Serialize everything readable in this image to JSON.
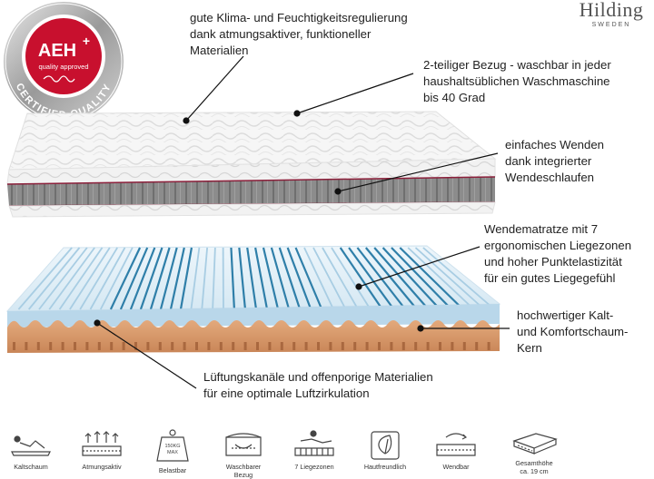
{
  "brand": {
    "name": "Hilding",
    "subtitle": "SWEDEN"
  },
  "badge": {
    "title": "AEH",
    "plus": "+",
    "subtitle": "quality approved",
    "ring_text": "CERTIFIED QUALITY"
  },
  "callouts": [
    "gute Klima- und Feuchtigkeitsregulierung\ndank atmungsaktiver, funktioneller\nMaterialien",
    "2-teiliger Bezug - waschbar in jeder\nhaushaltsüblichen Waschmaschine\nbis 40 Grad",
    "einfaches Wenden\ndank integrierter\nWendeschlaufen",
    "Wendematratze mit 7\nergonomischen Liegezonen\nund hoher Punktelastizität\nfür ein gutes Liegegefühl",
    "hochwertiger Kalt-\nund Komfortschaum-\nKern",
    "Lüftungskanäle und offenporige Materialien\nfür eine optimale Luftzirkulation"
  ],
  "features": [
    {
      "icon": "person-lying-icon",
      "label": "Kaltschaum"
    },
    {
      "icon": "breathable-icon",
      "label": "Atmungsaktiv"
    },
    {
      "icon": "weight-icon",
      "label": "Belastbar",
      "icon_text": "150KG\nMAX"
    },
    {
      "icon": "washable-cover-icon",
      "label": "Waschbarer\nBezug"
    },
    {
      "icon": "zones-icon",
      "label": "7 Liegezonen"
    },
    {
      "icon": "leaf-icon",
      "label": "Hautfreundlich"
    },
    {
      "icon": "flip-icon",
      "label": "Wendbar"
    },
    {
      "icon": "height-icon",
      "label": "Gesamthöhe\nca. 19 cm"
    }
  ],
  "colors": {
    "foam_top": "#e8f3fa",
    "foam_blue": "#2f7fa9",
    "foam_core": "#d89a6c",
    "border_gray": "#8a8a8a",
    "accent_red": "#c8102e"
  }
}
